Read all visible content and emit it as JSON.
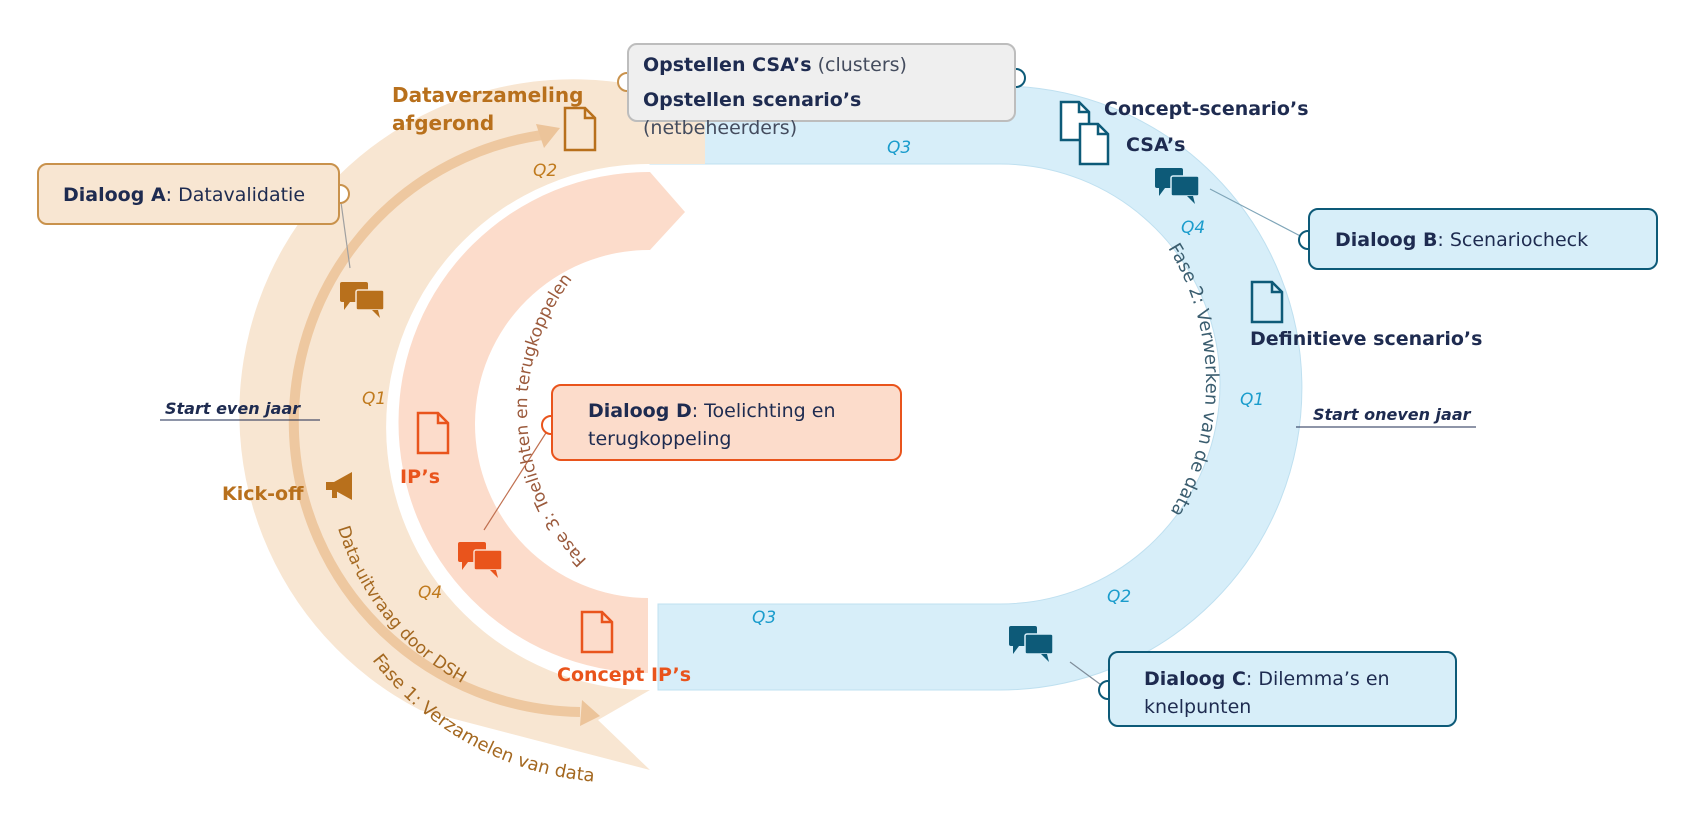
{
  "boxes": {
    "dialoog_a": {
      "bold": "Dialoog A",
      "text": ": Datavalidatie"
    },
    "dialoog_b": {
      "bold": "Dialoog B",
      "text": ": Scenariocheck"
    },
    "dialoog_c": {
      "bold": "Dialoog C",
      "text": ": Dilemma’s en knelpunten"
    },
    "dialoog_d": {
      "bold": "Dialoog D",
      "text": ": Toelichting en terugkoppeling"
    },
    "opstellen_csa": {
      "bold": "Opstellen CSA’s",
      "text": " (clusters)"
    },
    "opstellen_scenarios": {
      "bold": "Opstellen scenario’s",
      "text": " (netbeheerders)"
    }
  },
  "labels": {
    "dataverzameling_1": "Dataverzameling",
    "dataverzameling_2": "afgerond",
    "concept_scenarios": "Concept-scenario’s",
    "csas": "CSA’s",
    "definitieve_scenarios": "Definitieve scenario’s",
    "start_even": "Start even jaar",
    "start_oneven": "Start oneven jaar",
    "kick_off": "Kick-off",
    "ips": "IP’s",
    "concept_ips": "Concept IP’s",
    "fase1": "Fase 1: Verzamelen van data",
    "fase2": "Fase 2: Verwerken van de data",
    "fase3": "Fase 3: Toelichten en terugkoppelen",
    "data_uitvraag": "Data-uitvraag door DSH"
  },
  "quarters": {
    "q2_tan": "Q2",
    "q1_tan": "Q1",
    "q4_tan": "Q4",
    "q3_top": "Q3",
    "q4_blue": "Q4",
    "q1_blue": "Q1",
    "q2_blue": "Q2",
    "q3_bottom": "Q3"
  },
  "colors": {
    "tan_band": "#f8e6d2",
    "tan_text": "#b8701c",
    "salmon_band": "#fcdccb",
    "orange": "#e9541c",
    "blue_band": "#d7eef9",
    "blue_text": "#1a9ccc",
    "dark_teal": "#0d5a78",
    "navy": "#1e2b50"
  }
}
